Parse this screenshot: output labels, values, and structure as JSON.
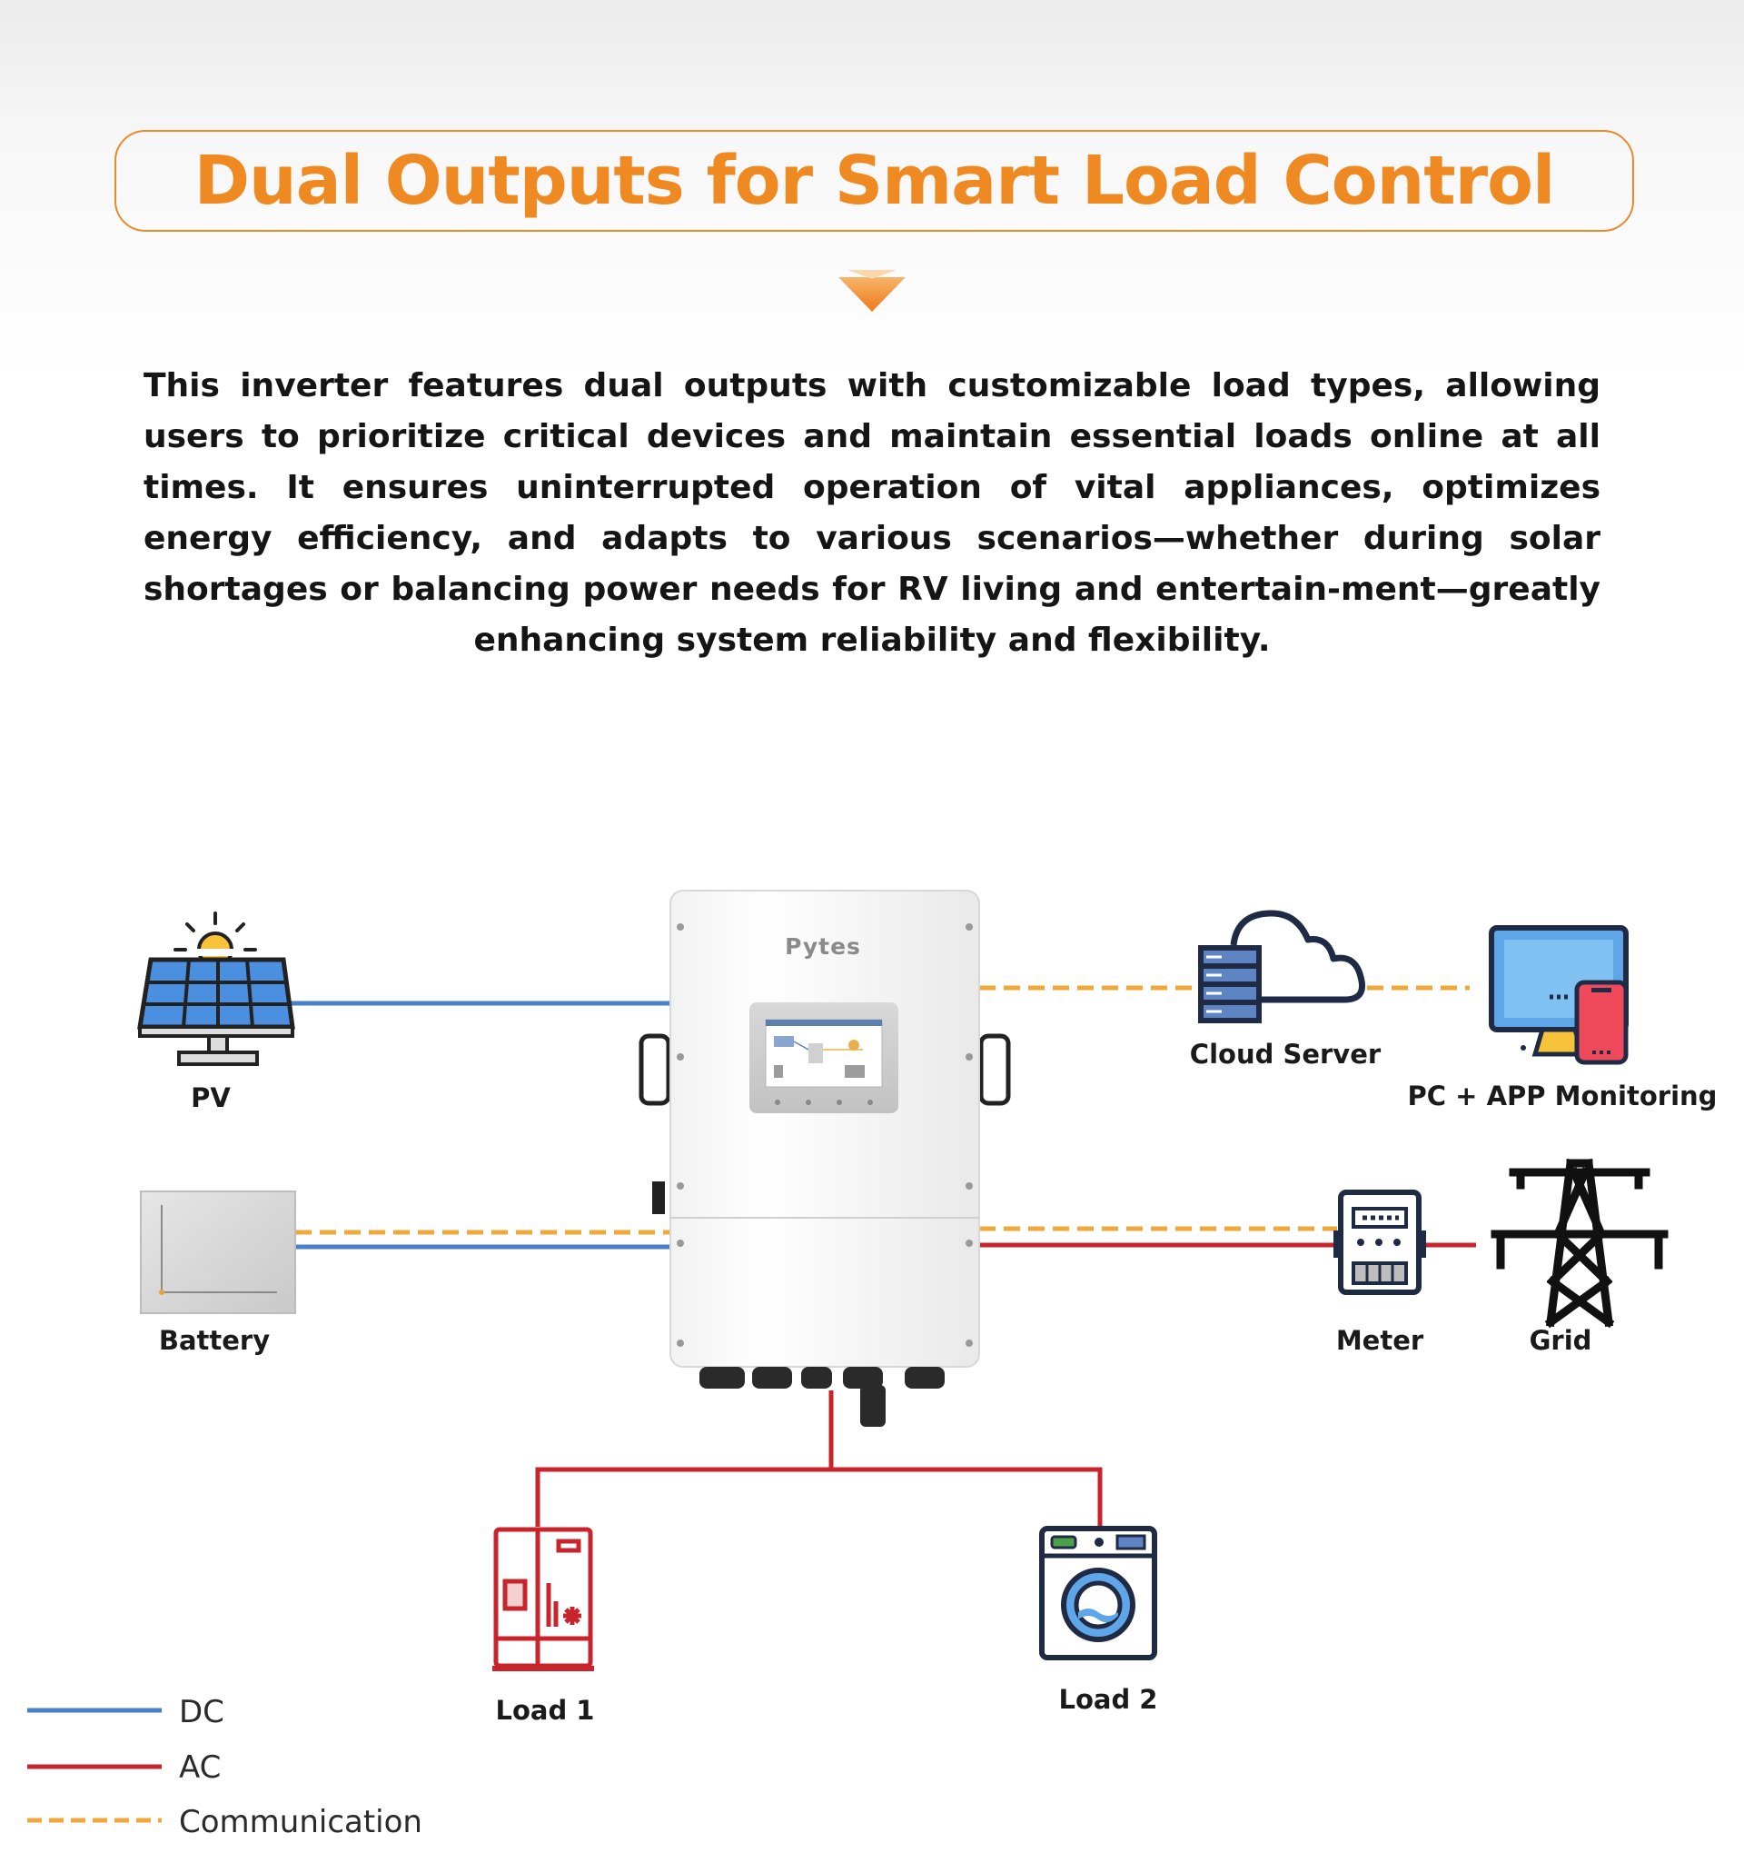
{
  "header": {
    "title": "Dual Outputs for Smart Load Control",
    "description": "This inverter features dual outputs with customizable load types, allowing users to prioritize critical devices and maintain essential loads online at all times. It ensures uninterrupted operation of vital appliances, optimizes energy efficiency, and adapts to various scenarios—whether during solar shortages or balancing power needs for RV living and entertain-ment—greatly enhancing system reliability and flexibility."
  },
  "diagram": {
    "inverter_brand": "Pytes",
    "nodes": {
      "pv": "PV",
      "battery": "Battery",
      "cloud_server": "Cloud Server",
      "monitoring": "PC + APP Monitoring",
      "meter": "Meter",
      "grid": "Grid",
      "load1": "Load 1",
      "load2": "Load 2"
    }
  },
  "legend": {
    "dc": "DC",
    "ac": "AC",
    "communication": "Communication"
  },
  "colors": {
    "accent": "#ee8a21",
    "dc_line": "#4a7fc9",
    "ac_line": "#c8242b",
    "comm_line": "#f0a83a"
  }
}
